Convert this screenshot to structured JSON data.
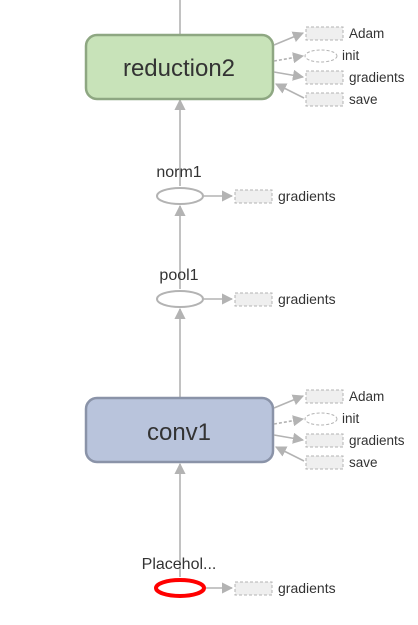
{
  "graph": {
    "reduction2": {
      "label": "reduction2",
      "fill": "#c8e3b9",
      "stroke": "#8ea782",
      "outputs": [
        {
          "label": "Adam",
          "kind": "solid"
        },
        {
          "label": "init",
          "kind": "dashed"
        },
        {
          "label": "gradients",
          "kind": "solid"
        },
        {
          "label": "save",
          "kind": "solid"
        }
      ]
    },
    "norm1": {
      "label": "norm1",
      "output": "gradients"
    },
    "pool1": {
      "label": "pool1",
      "output": "gradients"
    },
    "conv1": {
      "label": "conv1",
      "fill": "#b9c4dc",
      "stroke": "#8a93a8",
      "outputs": [
        {
          "label": "Adam",
          "kind": "solid"
        },
        {
          "label": "init",
          "kind": "dashed"
        },
        {
          "label": "gradients",
          "kind": "solid"
        },
        {
          "label": "save",
          "kind": "solid"
        }
      ]
    },
    "placeholder": {
      "label": "Placehol...",
      "output": "gradients",
      "highlight": "#ff0000"
    },
    "edge_color": "#b3b3b3",
    "aux_node_fill": "#efefef",
    "aux_node_stroke": "#b3b3b3"
  }
}
